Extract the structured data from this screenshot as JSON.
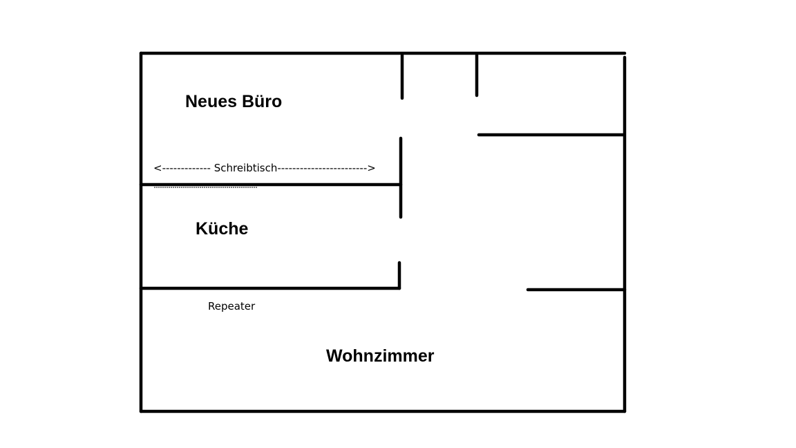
{
  "floorplan": {
    "rooms": [
      {
        "id": "neues-buero",
        "label": "Neues Büro"
      },
      {
        "id": "kueche",
        "label": "Küche"
      },
      {
        "id": "wohnzimmer",
        "label": "Wohnzimmer"
      }
    ],
    "annotations": {
      "desk": "<------------- Schreibtisch------------------------>",
      "repeater": "Repeater"
    },
    "colors": {
      "wall": "#000000",
      "background": "#ffffff"
    }
  }
}
